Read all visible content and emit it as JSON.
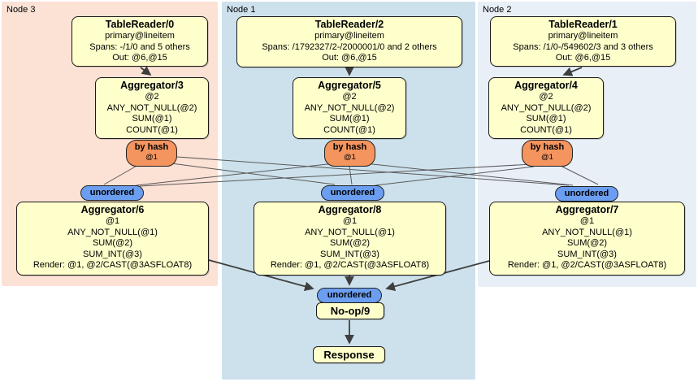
{
  "colors": {
    "node3_bg": "#fce1d5",
    "node1_bg": "#cde1ec",
    "node2_bg": "#e8eff7",
    "box_fill": "#ffffcc",
    "router_fill": "#f4945e",
    "sync_fill": "#6b9ef0"
  },
  "regions": {
    "node3": {
      "label": "Node 3"
    },
    "node1": {
      "label": "Node 1"
    },
    "node2": {
      "label": "Node 2"
    }
  },
  "router": {
    "label": "by hash",
    "stream": "@1"
  },
  "sync": {
    "label": "unordered"
  },
  "boxes": {
    "tr0": {
      "title": "TableReader/0",
      "lines": [
        "primary@lineitem",
        "Spans: -/1/0 and 5 others",
        "Out: @6,@15"
      ]
    },
    "agg3": {
      "title": "Aggregator/3",
      "lines": [
        "@2",
        "ANY_NOT_NULL(@2)",
        "SUM(@1)",
        "COUNT(@1)"
      ]
    },
    "agg6": {
      "title": "Aggregator/6",
      "lines": [
        "@1",
        "ANY_NOT_NULL(@1)",
        "SUM(@2)",
        "SUM_INT(@3)",
        "Render: @1, @2/CAST(@3ASFLOAT8)"
      ]
    },
    "tr2": {
      "title": "TableReader/2",
      "lines": [
        "primary@lineitem",
        "Spans: /1792327/2-/2000001/0 and 2 others",
        "Out: @6,@15"
      ]
    },
    "agg5": {
      "title": "Aggregator/5",
      "lines": [
        "@2",
        "ANY_NOT_NULL(@2)",
        "SUM(@1)",
        "COUNT(@1)"
      ]
    },
    "agg8": {
      "title": "Aggregator/8",
      "lines": [
        "@1",
        "ANY_NOT_NULL(@1)",
        "SUM(@2)",
        "SUM_INT(@3)",
        "Render: @1, @2/CAST(@3ASFLOAT8)"
      ]
    },
    "tr1": {
      "title": "TableReader/1",
      "lines": [
        "primary@lineitem",
        "Spans: /1/0-/549602/3 and 3 others",
        "Out: @6,@15"
      ]
    },
    "agg4": {
      "title": "Aggregator/4",
      "lines": [
        "@2",
        "ANY_NOT_NULL(@2)",
        "SUM(@1)",
        "COUNT(@1)"
      ]
    },
    "agg7": {
      "title": "Aggregator/7",
      "lines": [
        "@1",
        "ANY_NOT_NULL(@1)",
        "SUM(@2)",
        "SUM_INT(@3)",
        "Render: @1, @2/CAST(@3ASFLOAT8)"
      ]
    },
    "noop": {
      "title": "No-op/9"
    },
    "response": {
      "title": "Response"
    }
  }
}
